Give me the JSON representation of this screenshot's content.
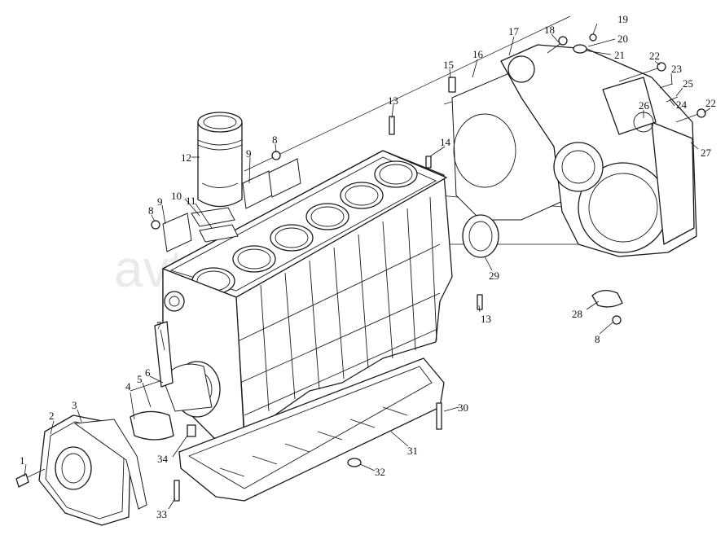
{
  "watermark": "avtodoker.ru",
  "callouts": [
    {
      "id": "1",
      "label": "1"
    },
    {
      "id": "2",
      "label": "2"
    },
    {
      "id": "3",
      "label": "3"
    },
    {
      "id": "4",
      "label": "4"
    },
    {
      "id": "5",
      "label": "5"
    },
    {
      "id": "6",
      "label": "6"
    },
    {
      "id": "7",
      "label": "7"
    },
    {
      "id": "8a",
      "label": "8"
    },
    {
      "id": "8b",
      "label": "8"
    },
    {
      "id": "8c",
      "label": "8"
    },
    {
      "id": "9a",
      "label": "9"
    },
    {
      "id": "9b",
      "label": "9"
    },
    {
      "id": "10",
      "label": "10"
    },
    {
      "id": "11",
      "label": "11"
    },
    {
      "id": "12",
      "label": "12"
    },
    {
      "id": "13a",
      "label": "13"
    },
    {
      "id": "13b",
      "label": "13"
    },
    {
      "id": "14",
      "label": "14"
    },
    {
      "id": "15",
      "label": "15"
    },
    {
      "id": "16",
      "label": "16"
    },
    {
      "id": "17",
      "label": "17"
    },
    {
      "id": "18",
      "label": "18"
    },
    {
      "id": "19",
      "label": "19"
    },
    {
      "id": "20",
      "label": "20"
    },
    {
      "id": "21",
      "label": "21"
    },
    {
      "id": "22a",
      "label": "22"
    },
    {
      "id": "22b",
      "label": "22"
    },
    {
      "id": "23",
      "label": "23"
    },
    {
      "id": "24",
      "label": "24"
    },
    {
      "id": "25",
      "label": "25"
    },
    {
      "id": "26",
      "label": "26"
    },
    {
      "id": "27",
      "label": "27"
    },
    {
      "id": "28",
      "label": "28"
    },
    {
      "id": "29",
      "label": "29"
    },
    {
      "id": "30",
      "label": "30"
    },
    {
      "id": "31",
      "label": "31"
    },
    {
      "id": "32",
      "label": "32"
    },
    {
      "id": "33",
      "label": "33"
    },
    {
      "id": "34",
      "label": "34"
    }
  ]
}
